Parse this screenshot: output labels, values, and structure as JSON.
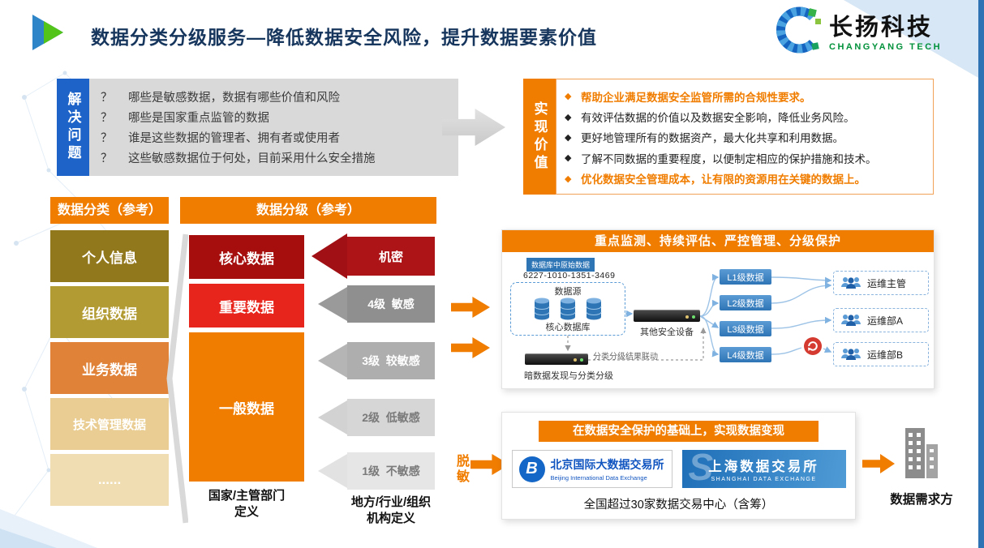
{
  "colors": {
    "accent_orange": "#f07d00",
    "accent_blue": "#1e64c8",
    "title_navy": "#17365d",
    "dark_red": "#a60d0d",
    "red": "#e8251d",
    "logo_green": "#00913a",
    "diagram_blue": "#2e75b6"
  },
  "header": {
    "title": "数据分类分级服务—降低数据安全风险，提升数据要素价值",
    "logo_name": "长扬科技",
    "logo_sub": "CHANGYANG TECH"
  },
  "problems": {
    "label": "解决问题",
    "qmark": "？",
    "items": [
      "哪些是敏感数据，数据有哪些价值和风险",
      "哪些是国家重点监管的数据",
      "谁是这些数据的管理者、拥有者或使用者",
      "这些敏感数据位于何处，目前采用什么安全措施"
    ]
  },
  "values": {
    "label": "实现价值",
    "bullet": "◆",
    "items": [
      {
        "text": "帮助企业满足数据安全监管所需的合规性要求。",
        "highlight": true
      },
      {
        "text": "有效评估数据的价值以及数据安全影响，降低业务风险。",
        "highlight": false
      },
      {
        "text": "更好地管理所有的数据资产，最大化共享和利用数据。",
        "highlight": false
      },
      {
        "text": "了解不同数据的重要程度，以便制定相应的保护措施和技术。",
        "highlight": false
      },
      {
        "text": "优化数据安全管理成本，让有限的资源用在关键的数据上。",
        "highlight": true
      }
    ]
  },
  "classification": {
    "header": "数据分类（参考）",
    "items": [
      {
        "label": "个人信息",
        "color": "#92781c"
      },
      {
        "label": "组织数据",
        "color": "#b29b33"
      },
      {
        "label": "业务数据",
        "color": "#e08339"
      },
      {
        "label": "技术管理数据",
        "color": "#e9cd92"
      },
      {
        "label": "......",
        "color": "#f0ddb2"
      }
    ]
  },
  "grading": {
    "header": "数据分级（参考）",
    "levels": [
      {
        "label": "核心数据",
        "color": "#a60d0d"
      },
      {
        "label": "重要数据",
        "color": "#e8251d"
      },
      {
        "label": "一般数据",
        "color": "#f07d00"
      }
    ],
    "levels_footer": "国家/主管部门\n定义",
    "sensitivity": [
      {
        "label": "机密",
        "color": "#ad1418"
      },
      {
        "label": "4级  敏感",
        "color": "#8f8f8f"
      },
      {
        "label": "3级  较敏感",
        "color": "#aeaeae"
      },
      {
        "label": "2级  低敏感",
        "color": "#d6d6d6"
      },
      {
        "label": "1级  不敏感",
        "color": "#e6e6e6"
      }
    ],
    "sensitivity_footer": "地方/行业/组织\n机构定义"
  },
  "desensitize": "脱敏",
  "monitor": {
    "header": "重点监测、持续评估、严控管理、分级保护",
    "db_tag": "数据库中原始数据",
    "db_number": "6227-1010-1351-3469",
    "datasource": "数据源",
    "core_db": "核心数据库",
    "other_device": "其他安全设备",
    "discovery": "暗数据发现与分类分级",
    "linkage": "分类分级结果联动",
    "levels": [
      "L1级数据",
      "L2级数据",
      "L3级数据",
      "L4级数据"
    ],
    "roles": [
      "运维主管",
      "运维部A",
      "运维部B"
    ]
  },
  "exchange": {
    "header": "在数据安全保护的基础上，实现数据变现",
    "beijing_logo_letter": "B",
    "beijing_name": "北京国际大数据交易所",
    "beijing_sub": "Beijing International Data Exchange",
    "shanghai_logo_letter": "S",
    "shanghai_name": "上海数据交易所",
    "shanghai_sub": "SHANGHAI DATA EXCHANGE",
    "footer": "全国超过30家数据交易中心（含筹）"
  },
  "demand": "数据需求方"
}
